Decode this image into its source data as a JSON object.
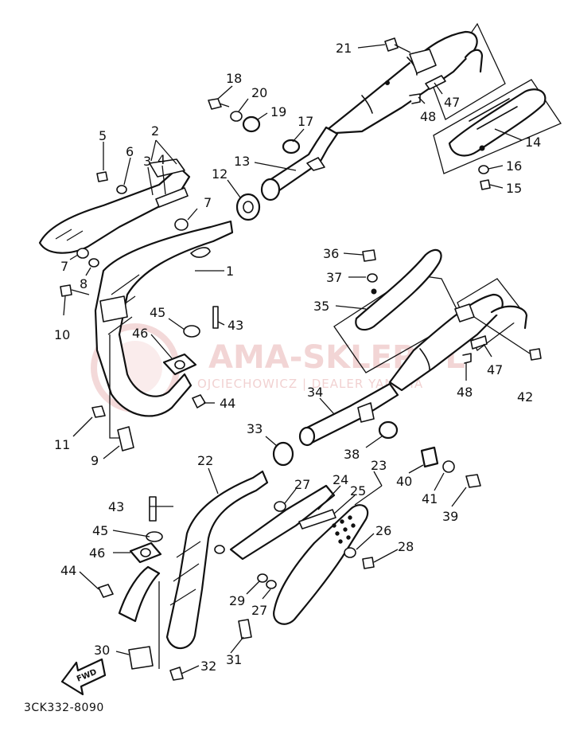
{
  "drawing_code": "3CK332-8090",
  "watermark": {
    "title": "AMA-SKLEP.PL",
    "subtitle": "OJCIECHOWICZ | DEALER YAMAHA"
  },
  "fwd_label": "FWD",
  "callouts": [
    {
      "id": "c1",
      "label": "1"
    },
    {
      "id": "c2",
      "label": "2"
    },
    {
      "id": "c3",
      "label": "3"
    },
    {
      "id": "c4",
      "label": "4"
    },
    {
      "id": "c5",
      "label": "5"
    },
    {
      "id": "c6",
      "label": "6"
    },
    {
      "id": "c7a",
      "label": "7"
    },
    {
      "id": "c7b",
      "label": "7"
    },
    {
      "id": "c8",
      "label": "8"
    },
    {
      "id": "c9",
      "label": "9"
    },
    {
      "id": "c10",
      "label": "10"
    },
    {
      "id": "c11",
      "label": "11"
    },
    {
      "id": "c12",
      "label": "12"
    },
    {
      "id": "c13",
      "label": "13"
    },
    {
      "id": "c14",
      "label": "14"
    },
    {
      "id": "c15",
      "label": "15"
    },
    {
      "id": "c16",
      "label": "16"
    },
    {
      "id": "c17",
      "label": "17"
    },
    {
      "id": "c18",
      "label": "18"
    },
    {
      "id": "c19",
      "label": "19"
    },
    {
      "id": "c20",
      "label": "20"
    },
    {
      "id": "c21",
      "label": "21"
    },
    {
      "id": "c22",
      "label": "22"
    },
    {
      "id": "c23",
      "label": "23"
    },
    {
      "id": "c24",
      "label": "24"
    },
    {
      "id": "c25",
      "label": "25"
    },
    {
      "id": "c26",
      "label": "26"
    },
    {
      "id": "c27a",
      "label": "27"
    },
    {
      "id": "c27b",
      "label": "27"
    },
    {
      "id": "c28",
      "label": "28"
    },
    {
      "id": "c29",
      "label": "29"
    },
    {
      "id": "c30",
      "label": "30"
    },
    {
      "id": "c31",
      "label": "31"
    },
    {
      "id": "c32",
      "label": "32"
    },
    {
      "id": "c33",
      "label": "33"
    },
    {
      "id": "c34",
      "label": "34"
    },
    {
      "id": "c35",
      "label": "35"
    },
    {
      "id": "c36",
      "label": "36"
    },
    {
      "id": "c37",
      "label": "37"
    },
    {
      "id": "c38",
      "label": "38"
    },
    {
      "id": "c39",
      "label": "39"
    },
    {
      "id": "c40",
      "label": "40"
    },
    {
      "id": "c41",
      "label": "41"
    },
    {
      "id": "c42",
      "label": "42"
    },
    {
      "id": "c43a",
      "label": "43"
    },
    {
      "id": "c43b",
      "label": "43"
    },
    {
      "id": "c44a",
      "label": "44"
    },
    {
      "id": "c44b",
      "label": "44"
    },
    {
      "id": "c45a",
      "label": "45"
    },
    {
      "id": "c45b",
      "label": "45"
    },
    {
      "id": "c46a",
      "label": "46"
    },
    {
      "id": "c46b",
      "label": "46"
    },
    {
      "id": "c47a",
      "label": "47"
    },
    {
      "id": "c47b",
      "label": "47"
    },
    {
      "id": "c48a",
      "label": "48"
    },
    {
      "id": "c48b",
      "label": "48"
    }
  ]
}
